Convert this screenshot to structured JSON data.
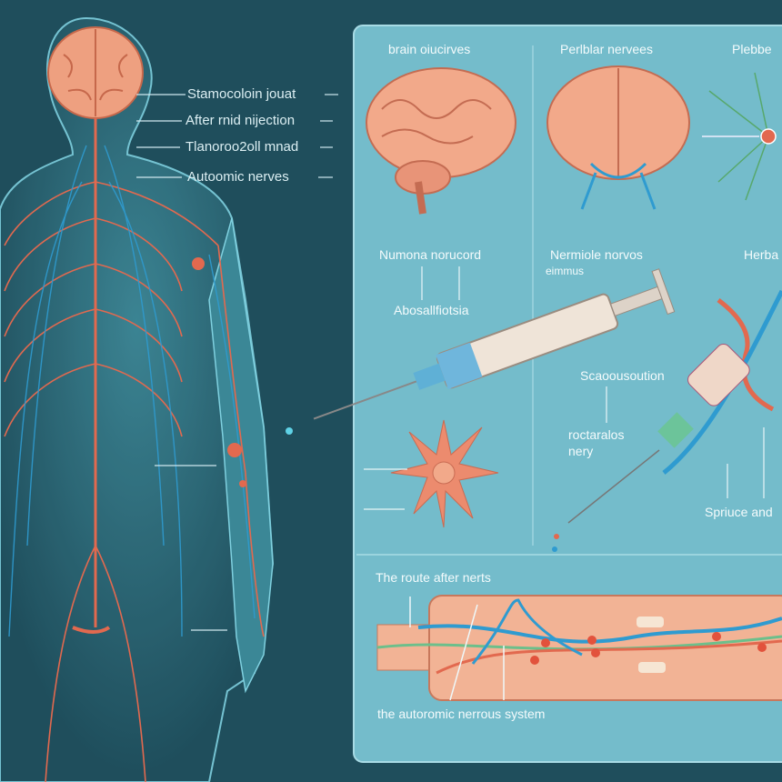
{
  "body_labels": [
    "Stamocoloin jouat",
    "After rnid nijection",
    "Tlanoroo2oll mnad",
    "Autoomic nerves"
  ],
  "panels": {
    "brain": {
      "title": "brain oiucirves"
    },
    "peripheral": {
      "title": "Perlblar nervees"
    },
    "plexus": {
      "title": "Plebbe"
    },
    "spinal": {
      "title": "Numona norucord",
      "sublabel": "Abosallfiotsia"
    },
    "injection": {
      "title": "Nermiole norvos",
      "subtitle": "eimmus",
      "label1": "Scaoousoution",
      "label2": "roctaralos",
      "label3": "nery"
    },
    "herb": {
      "title": "Herba",
      "label": "Spriuce and"
    },
    "route": {
      "title": "The route after nerts",
      "caption": "the autoromic nerrous system"
    }
  },
  "colors": {
    "background": "#1f4e5c",
    "panel": "#74bccb",
    "nerve_red": "#e2694f",
    "nerve_blue": "#2f9bd0",
    "skin": "#f0a585"
  }
}
